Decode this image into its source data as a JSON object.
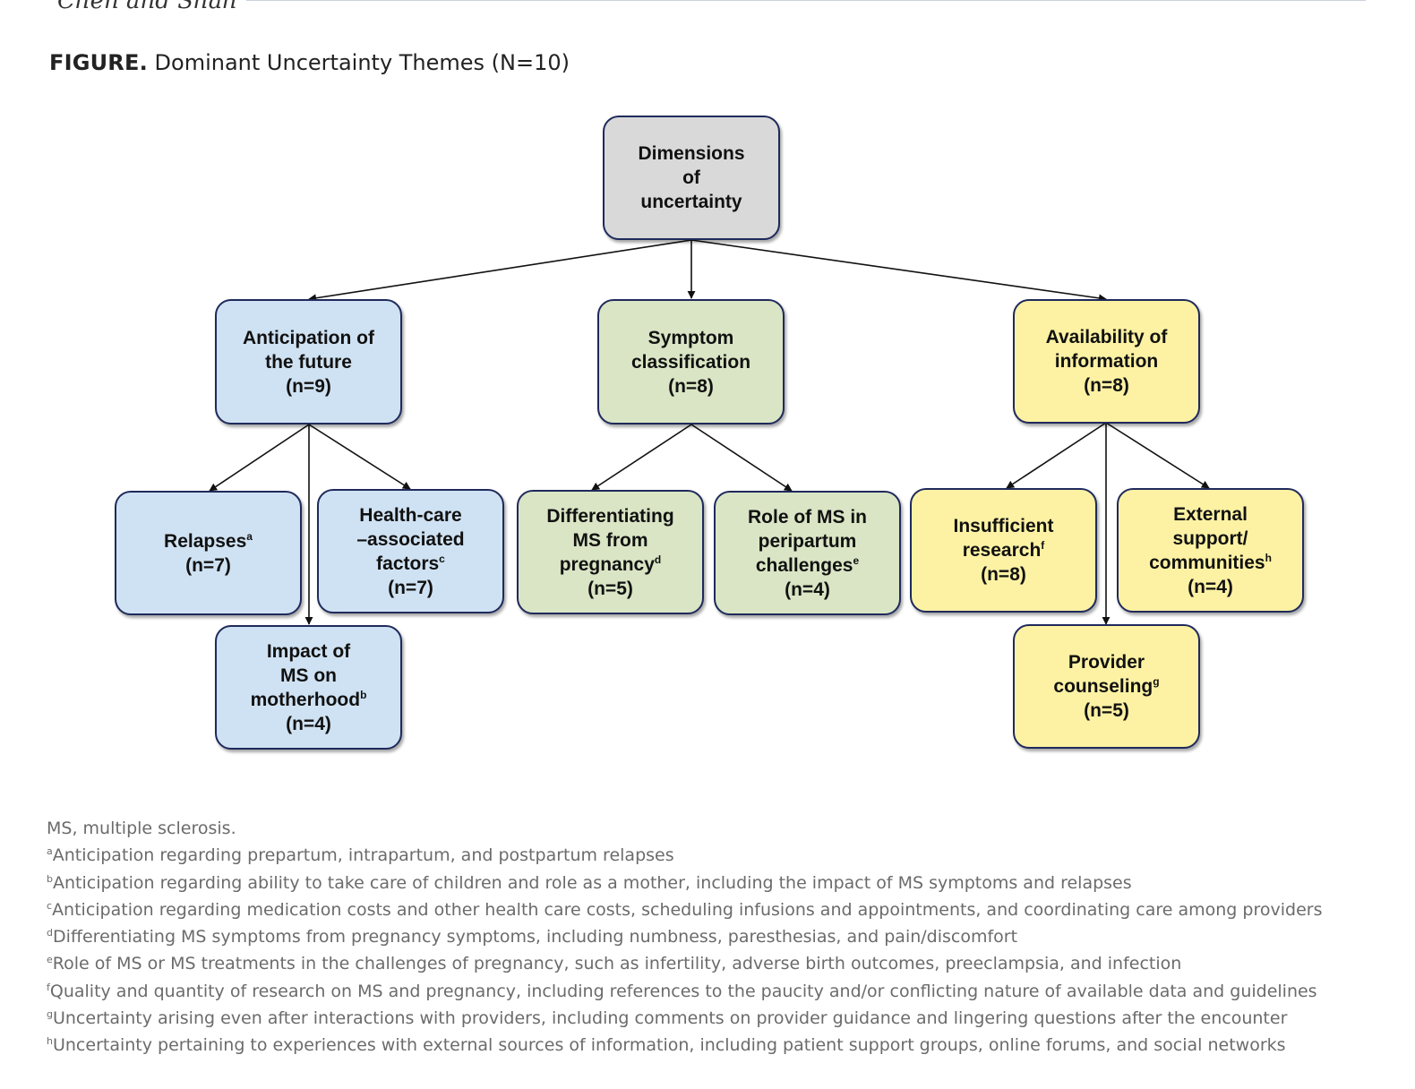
{
  "running_head": "Chen and Shah",
  "figure": {
    "label": "FIGURE.",
    "title": "Dominant Uncertainty Themes (N=10)"
  },
  "nodes": {
    "root": {
      "lines": [
        "Dimensions",
        "of",
        "uncertainty"
      ]
    },
    "anticipation": {
      "lines": [
        "Anticipation of",
        "the future",
        "(n=9)"
      ]
    },
    "symptom": {
      "lines": [
        "Symptom",
        "classification",
        "(n=8)"
      ]
    },
    "availability": {
      "lines": [
        "Availability of",
        "information",
        "(n=8)"
      ]
    },
    "relapses": {
      "text": "Relapses",
      "sup": "a",
      "count": "(n=7)"
    },
    "healthcare": {
      "line1": "Health-care",
      "line2": "–associated",
      "line3": "factors",
      "sup": "c",
      "count": "(n=7)"
    },
    "impact": {
      "line1": "Impact of",
      "line2": "MS on",
      "line3": "motherhood",
      "sup": "b",
      "count": "(n=4)"
    },
    "differentiating": {
      "line1": "Differentiating",
      "line2": "MS from",
      "line3": "pregnancy",
      "sup": "d",
      "count": "(n=5)"
    },
    "role": {
      "line1": "Role of MS in",
      "line2": "peripartum",
      "line3": "challenges",
      "sup": "e",
      "count": "(n=4)"
    },
    "insufficient": {
      "line1": "Insufficient",
      "line2": "research",
      "sup": "f",
      "count": "(n=8)"
    },
    "external": {
      "line1": "External",
      "line2": "support/",
      "line3": "communities",
      "sup": "h",
      "count": "(n=4)"
    },
    "provider": {
      "line1": "Provider",
      "line2": "counseling",
      "sup": "g",
      "count": "(n=5)"
    }
  },
  "notes": [
    {
      "sup": "",
      "text": "MS, multiple sclerosis."
    },
    {
      "sup": "a",
      "text": "Anticipation regarding prepartum, intrapartum, and postpartum relapses"
    },
    {
      "sup": "b",
      "text": "Anticipation regarding ability to take care of children and role as a mother, including the impact of MS symptoms and relapses"
    },
    {
      "sup": "c",
      "text": "Anticipation regarding medication costs and other health care costs, scheduling infusions and appointments, and coordinating care among providers"
    },
    {
      "sup": "d",
      "text": "Differentiating MS symptoms from pregnancy symptoms, including numbness, paresthesias, and pain/discomfort"
    },
    {
      "sup": "e",
      "text": "Role of MS or MS treatments in the challenges of pregnancy, such as infertility, adverse birth outcomes, preeclampsia, and infection"
    },
    {
      "sup": "f",
      "text": "Quality and quantity of research on MS and pregnancy, including references to the paucity and/or conflicting nature of available data and guidelines"
    },
    {
      "sup": "g",
      "text": "Uncertainty arising even after interactions with providers, including comments on provider guidance and lingering questions after the encounter"
    },
    {
      "sup": "h",
      "text": "Uncertainty pertaining to experiences with external sources of information, including patient support groups, online forums, and social networks"
    }
  ]
}
